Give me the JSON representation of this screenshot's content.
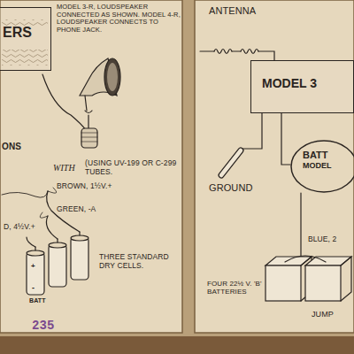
{
  "diagram": {
    "nodes": [
      {
        "text": [
          "ERS"
        ]
      },
      {
        "text": [
          "MODEL 3"
        ]
      },
      {
        "text": [
          "BATT",
          "MODEL"
        ]
      }
    ],
    "labels": [
      "MODEL 3-R, LOUDSPEAKER CONNECTED AS SHOWN. MODEL 4-R, LOUDSPEAKER CONNECTS TO PHONE JACK.",
      "ONS",
      "WITH",
      "(USING UV-199 OR C-299 TUBES.",
      "BROWN, 1½V.+",
      "GREEN, -A",
      "D, 4½V.+",
      "THREE STANDARD DRY CELLS.",
      "BATT",
      "+",
      "-",
      "235",
      "ANTENNA",
      "GROUND",
      "BLUE, 2",
      "FOUR 22½ V. 'B' BATTERIES",
      "JUMP"
    ]
  }
}
